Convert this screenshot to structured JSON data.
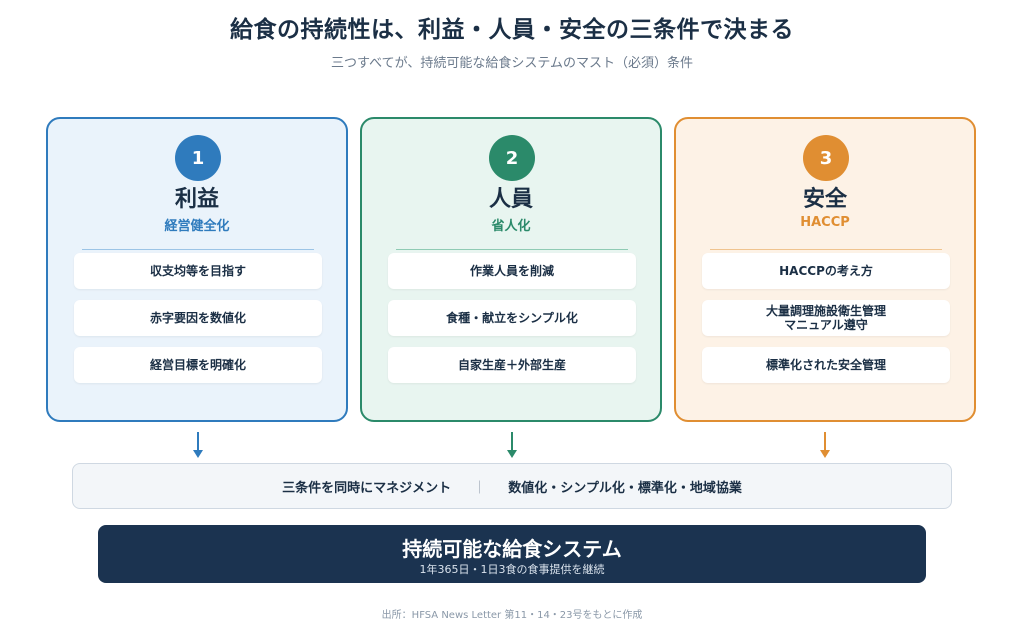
{
  "header": {
    "title": "給食の持続性は、利益・人員・安全の三条件で決まる",
    "subtitle": "三つすべてが、持続可能な給食システムのマスト（必須）条件"
  },
  "cards": [
    {
      "number": "1",
      "title": "利益",
      "subtitle": "経営健全化",
      "items": [
        "収支均等を目指す",
        "赤字要因を数値化",
        "経営目標を明確化"
      ]
    },
    {
      "number": "2",
      "title": "人員",
      "subtitle": "省人化",
      "items": [
        "作業人員を削減",
        "食種・献立をシンプル化",
        "自家生産＋外部生産"
      ]
    },
    {
      "number": "3",
      "title": "安全",
      "subtitle": "HACCP",
      "items": [
        "HACCPの考え方",
        "大量調理施設衛生管理\nマニュアル遵守",
        "標準化された安全管理"
      ]
    }
  ],
  "band": {
    "left": "三条件を同時にマネジメント",
    "separator": "｜",
    "right": "数値化・シンプル化・標準化・地域協業"
  },
  "goal": {
    "title": "持続可能な給食システム",
    "subtitle": "1年365日・1日3食の食事提供を継続"
  },
  "source": "出所：HFSA News Letter 第11・14・23号をもとに作成",
  "colors": {
    "profit": "#2f7bbd",
    "staff": "#2b8a6a",
    "safety": "#e08e32",
    "navy": "#1b3350"
  }
}
